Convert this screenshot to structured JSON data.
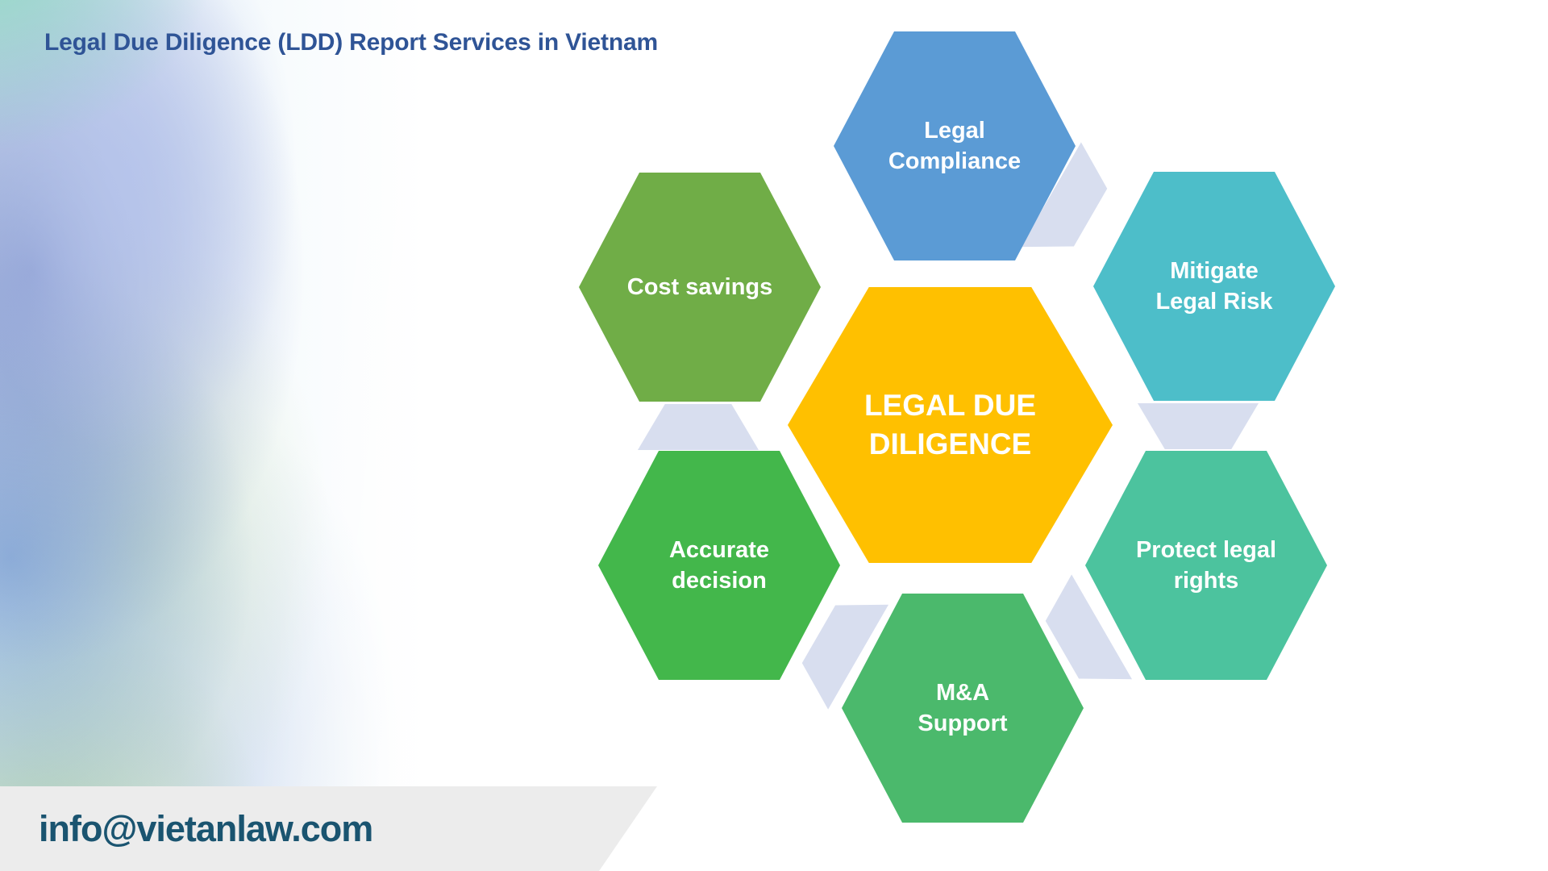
{
  "page": {
    "title": "Legal Due Diligence (LDD) Report Services in Vietnam",
    "title_color": "#2F5496",
    "background_color": "#FFFFFF",
    "footer": {
      "email": "info@vietanlaw.com",
      "text_color": "#1A5470",
      "band_color": "#ECECEC"
    }
  },
  "diagram": {
    "type": "hexagon-cluster",
    "center": {
      "id": "legal-due-diligence",
      "lines": [
        "LEGAL DUE",
        "DILIGENCE"
      ],
      "color": "#FFC000",
      "text_color": "#FFFFFF"
    },
    "nodes": [
      {
        "id": "legal-compliance",
        "position": "top",
        "lines": [
          "Legal",
          "Compliance"
        ],
        "color": "#5B9BD5"
      },
      {
        "id": "mitigate-legal-risk",
        "position": "top-right",
        "lines": [
          "Mitigate",
          "Legal Risk"
        ],
        "color": "#4DBEC9"
      },
      {
        "id": "protect-legal-rights",
        "position": "bottom-right",
        "lines": [
          "Protect legal",
          "rights"
        ],
        "color": "#4CC39E"
      },
      {
        "id": "ma-support",
        "position": "bottom",
        "lines": [
          "M&A",
          "Support"
        ],
        "color": "#4BB96C"
      },
      {
        "id": "accurate-decision",
        "position": "bottom-left",
        "lines": [
          "Accurate",
          "decision"
        ],
        "color": "#43B74B"
      },
      {
        "id": "cost-savings",
        "position": "top-left",
        "lines": [
          "Cost savings"
        ],
        "color": "#70AD47"
      }
    ],
    "connectors": {
      "color": "#D8DEEF",
      "links": [
        "legal-compliance→mitigate-legal-risk",
        "mitigate-legal-risk→protect-legal-rights",
        "protect-legal-rights→ma-support",
        "ma-support→accurate-decision",
        "accurate-decision→cost-savings"
      ]
    }
  }
}
